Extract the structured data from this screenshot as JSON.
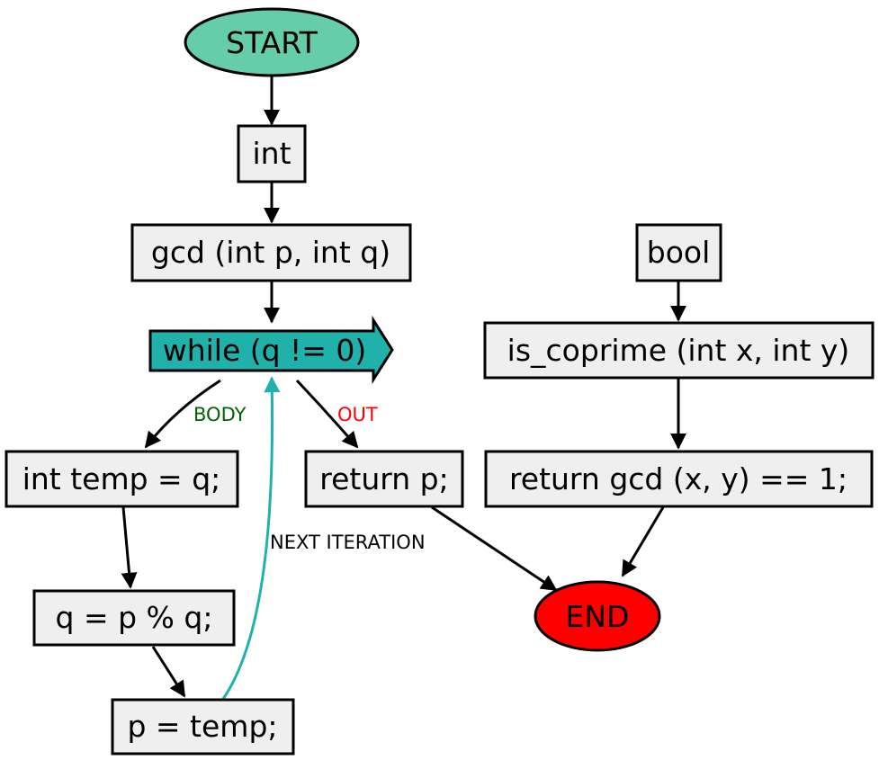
{
  "nodes": {
    "start": "START",
    "int": "int",
    "gcd_sig": "gcd (int p, int q)",
    "while_cond": "while (q != 0)",
    "int_temp": "int temp = q;",
    "q_assign": "q = p % q;",
    "p_assign": "p = temp;",
    "return_p": "return p;",
    "bool": "bool",
    "is_coprime_sig": "is_coprime (int x, int y)",
    "return_gcd": "return gcd (x, y) == 1;",
    "end": "END"
  },
  "edge_labels": {
    "body": "BODY",
    "out": "OUT",
    "next_iteration": "NEXT ITERATION"
  },
  "colors": {
    "start_fill": "#66cdaa",
    "end_fill": "#ff0000",
    "loop_fill": "#20b2aa",
    "loop_back_edge": "#20b2aa",
    "body_label": "#006400",
    "out_label": "#ff0000",
    "box_fill": "#efefef"
  }
}
